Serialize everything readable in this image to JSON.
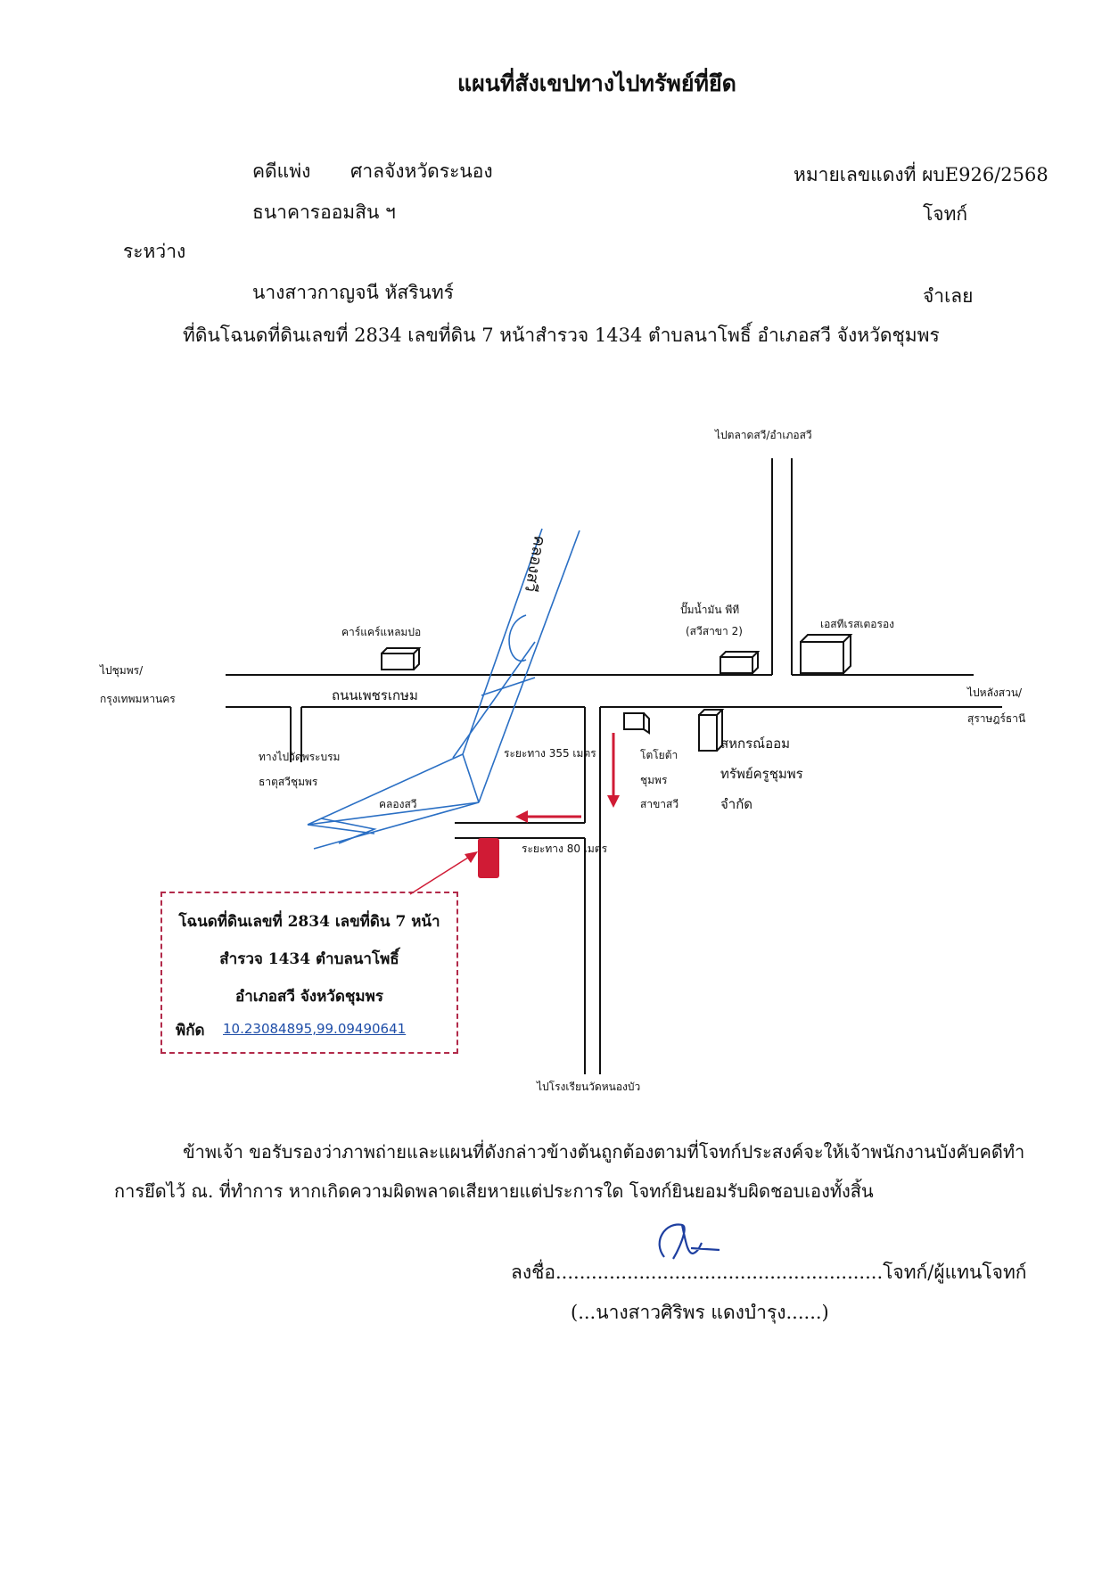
{
  "title": "แผนที่สังเขปทางไปทรัพย์ที่ยึด",
  "header": {
    "case_type": "คดีแพ่ง",
    "court": "ศาลจังหวัดระนอง",
    "case_no": "หมายเลขแดงที่ ผบE926/2568",
    "plaintiff_name": "ธนาคารออมสิน ฯ",
    "plaintiff_role": "โจทก์",
    "between": "ระหว่าง",
    "defendant_name": "นางสาวกาญจนี หัสรินทร์",
    "defendant_role": "จำเลย",
    "land": "ที่ดินโฉนดที่ดินเลขที่  2834  เลขที่ดิน  7  หน้าสำรวจ  1434  ตำบลนาโพธิ์  อำเภอสวี  จังหวัดชุมพร"
  },
  "map": {
    "to_talad_sawi": "ไปตลาดสวี/อำเภอสวี",
    "gas_station_1": "ปั๊มน้ำมัน พีที",
    "gas_station_2": "(สวีสาขา 2)",
    "st_restaurant": "เอสทีเรสเตอรอง",
    "car_care": "คาร์แคร์แหลมปอ",
    "to_chumphon_1": "ไปชุมพร/",
    "to_chumphon_2": "กรุงเทพมหานคร",
    "road": "ถนนเพชรเกษม",
    "to_langsuan_1": "ไปหลังสวน/",
    "to_langsuan_2": "สุราษฎร์ธานี",
    "temple_1": "ทางไปวัดพระบรม",
    "temple_2": "ธาตุสวีชุมพร",
    "distance_355": "ระยะทาง 355  เมตร",
    "toyota_1": "โตโยต้า",
    "toyota_2": "ชุมพร",
    "toyota_3": "สาขาสวี",
    "coop_1": "สหกรณ์ออม",
    "coop_2": "ทรัพย์ครูชุมพร",
    "coop_3": "จำกัด",
    "canal": "คลองสวี",
    "distance_80": "ระยะทาง 80  เมตร",
    "to_school": "ไปโรงเรียนวัดหนองบัว",
    "river": "คลองสวี"
  },
  "plot_box": {
    "line1": "โฉนดที่ดินเลขที่ 2834 เลขที่ดิน 7 หน้า",
    "line2": "สำรวจ 1434  ตำบลนาโพธิ์",
    "line3": "อำเภอสวี   จังหวัดชุมพร",
    "coord_label": "พิกัด",
    "coord_value": "10.23084895,99.09490641"
  },
  "statement": {
    "line1": "ข้าพเจ้า ขอรับรองว่าภาพถ่ายและแผนที่ดังกล่าวข้างต้นถูกต้องตามที่โจทก์ประสงค์จะให้เจ้าพนักงานบังคับคดีทำ",
    "line2": "การยึดไว้ ณ. ที่ทำการ  หากเกิดความผิดพลาดเสียหายแต่ประการใด  โจทก์ยินยอมรับผิดชอบเองทั้งสิ้น"
  },
  "signature": {
    "sign_line": "ลงชื่อ.......................................................โจทก์/ผู้แทนโจทก์",
    "name": "(...นางสาวศิริพร  แดงบำรุง......)"
  },
  "colors": {
    "river": "#2a6fc4",
    "marker": "#d01b35",
    "box_border": "#b22a4a",
    "coord": "#1f4ea8"
  }
}
